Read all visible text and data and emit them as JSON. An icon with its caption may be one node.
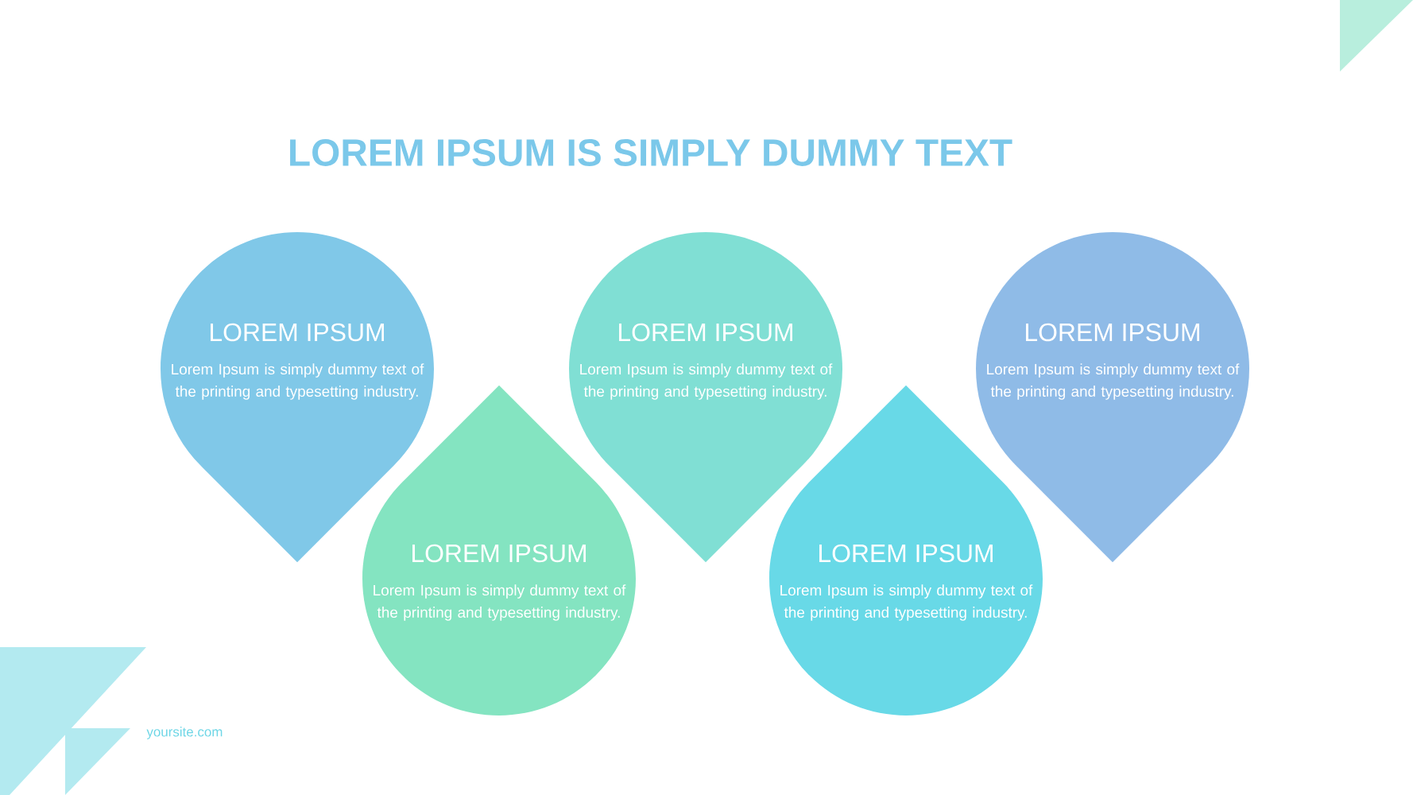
{
  "diagram": {
    "title": "LOREM IPSUM IS SIMPLY DUMMY TEXT",
    "nodes": [
      {
        "text": [
          "LOREM IPSUM",
          "Lorem Ipsum is simply dummy text of the printing and typesetting industry."
        ]
      },
      {
        "text": [
          "LOREM IPSUM",
          "Lorem Ipsum is simply dummy text of the printing and typesetting industry."
        ]
      },
      {
        "text": [
          "LOREM IPSUM",
          "Lorem Ipsum is simply dummy text of the printing and typesetting industry."
        ]
      },
      {
        "text": [
          "LOREM IPSUM",
          "Lorem Ipsum is simply dummy text of the printing and typesetting industry."
        ]
      },
      {
        "text": [
          "LOREM IPSUM",
          "Lorem Ipsum is simply dummy text of the printing and typesetting industry."
        ]
      }
    ],
    "labels": [
      "yoursite.com"
    ]
  }
}
